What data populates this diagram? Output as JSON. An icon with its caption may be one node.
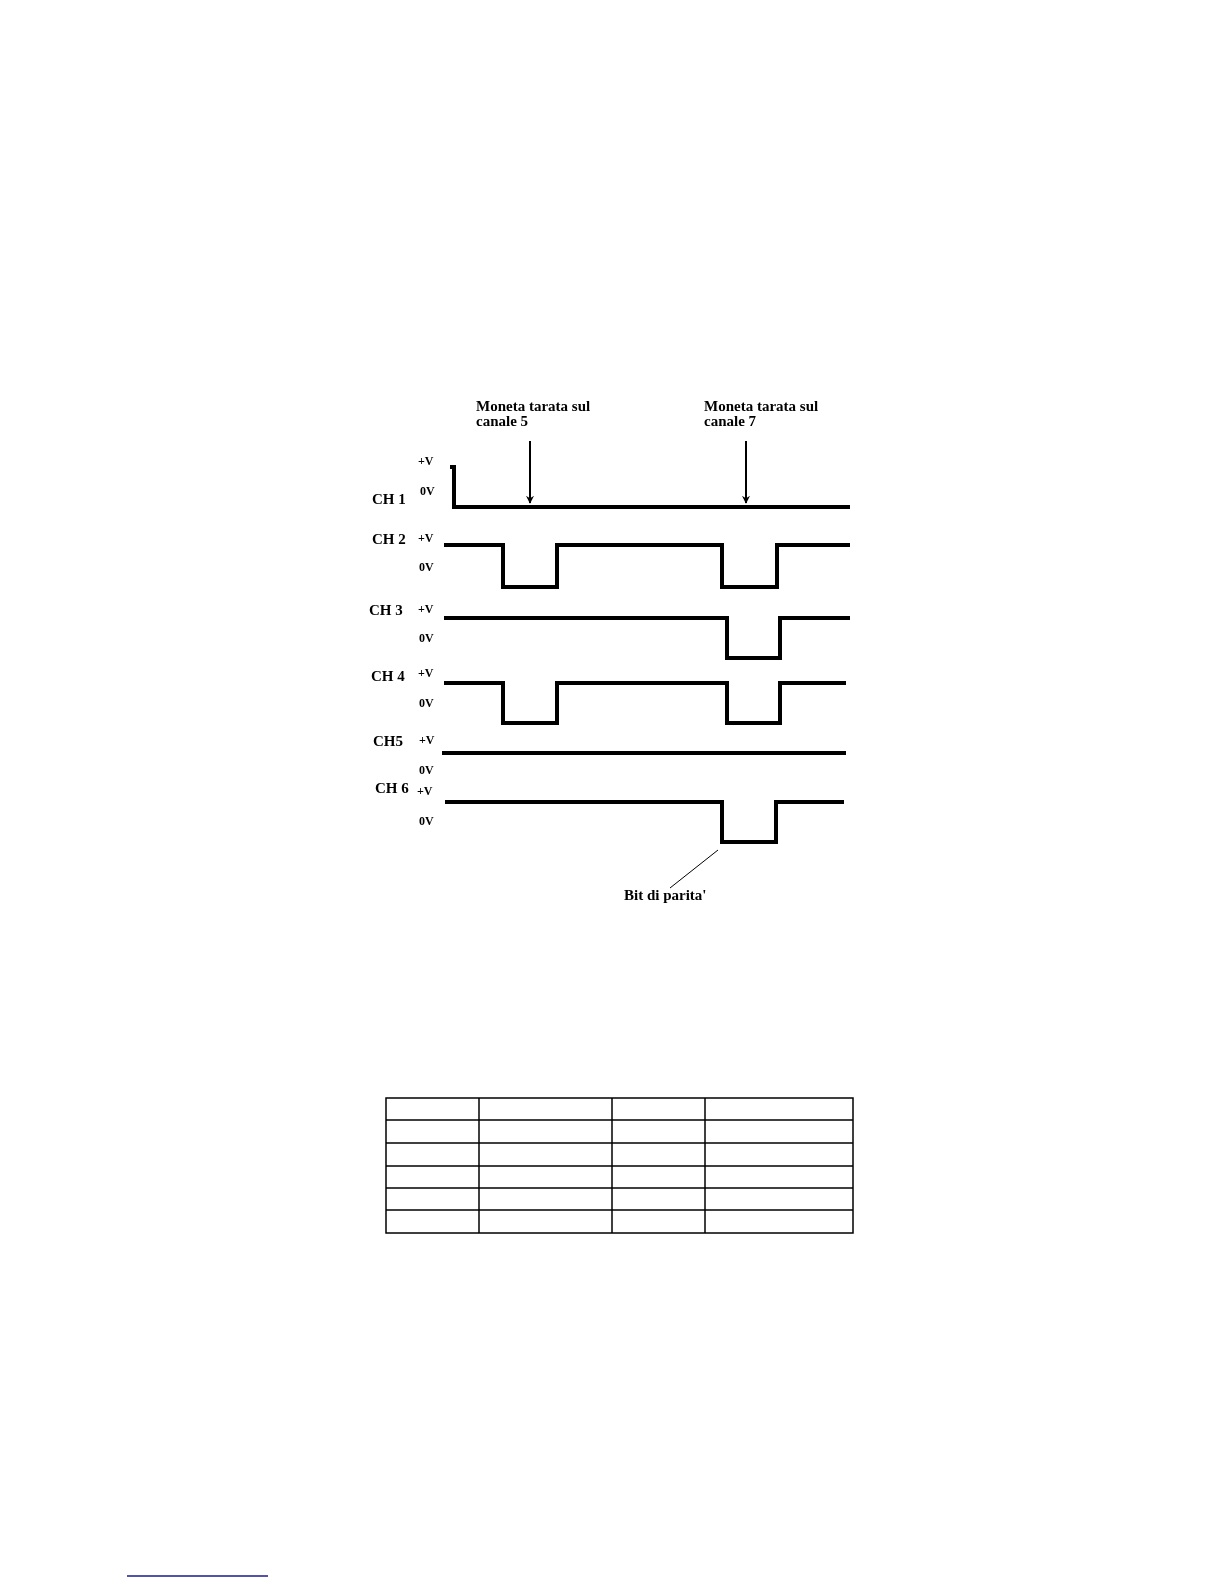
{
  "diagram": {
    "nodes": [
      {
        "text": [
          "Moneta tarata sul canale 5"
        ]
      },
      {
        "text": [
          "Moneta tarata sul canale 7"
        ]
      },
      {
        "text": [
          "Bit di parita'"
        ]
      }
    ],
    "edges": [
      {
        "from": 0,
        "to": null,
        "arrow": "to"
      },
      {
        "from": 1,
        "to": null,
        "arrow": "to"
      },
      {
        "from": 2,
        "to": null,
        "arrow": "none"
      }
    ],
    "labels": [
      "+V",
      "CH 1",
      "0V",
      "CH 2",
      "+V",
      "0V",
      "CH 3",
      "+V",
      "0V",
      "CH 4",
      "+V",
      "0V",
      "CH5",
      "+V",
      "0V",
      "CH 6",
      "+V",
      "0V"
    ]
  }
}
